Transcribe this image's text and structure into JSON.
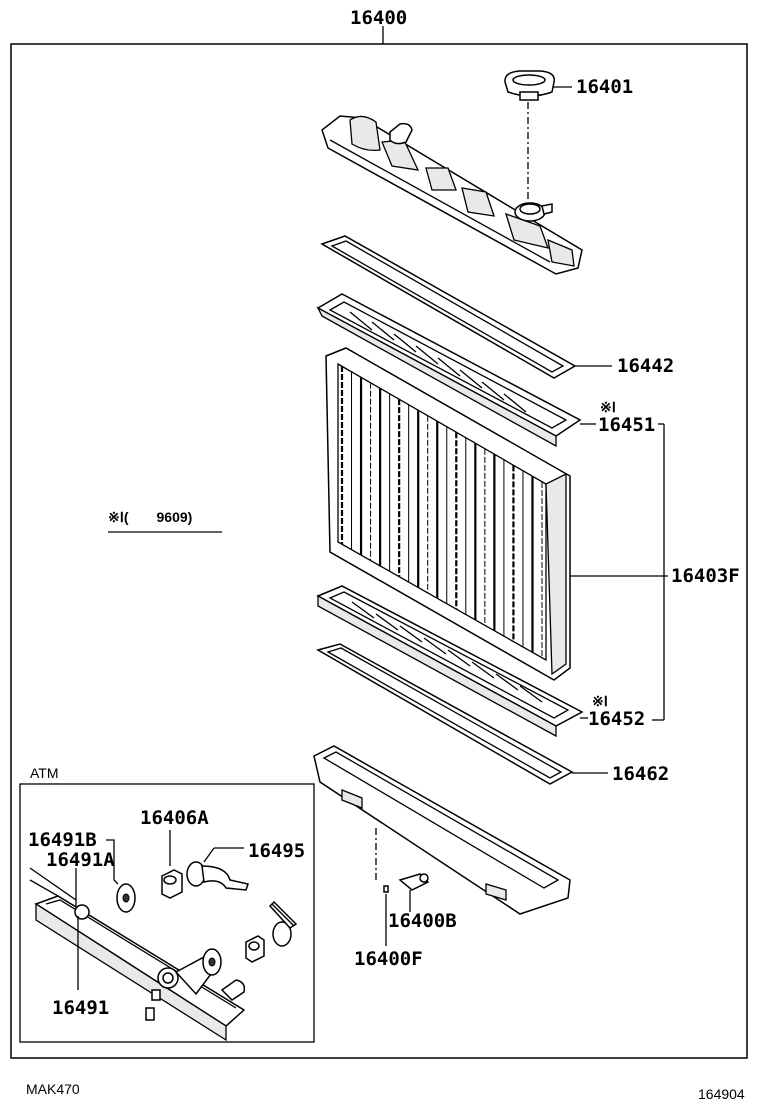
{
  "labels": {
    "assembly": "16400",
    "cap": "16401",
    "upper_gasket": "16442",
    "upper_tank_mark": "※Ⅰ",
    "upper_tank": "16451",
    "core": "16403F",
    "lower_tank_mark": "※Ⅰ",
    "lower_tank": "16452",
    "lower_gasket": "16462",
    "drain_cock": "16400B",
    "drain_plug": "16400F",
    "note": "※Ⅰ(　　9609)",
    "atm_title": "ATM",
    "oil_cooler_washer_b": "16491B",
    "oil_cooler_washer_a": "16491A",
    "oil_cooler_plug": "16406A",
    "oil_cooler_hose": "16495",
    "oil_cooler": "16491",
    "diagram_code": "MAK470",
    "page_code": "164904"
  }
}
